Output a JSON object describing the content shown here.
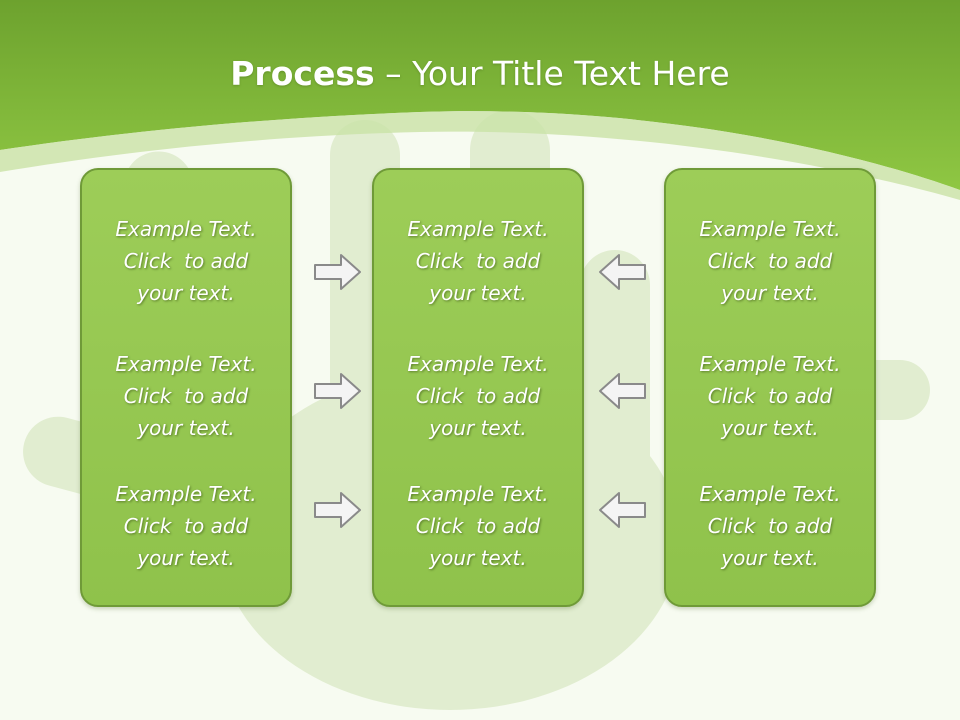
{
  "title": {
    "bold": "Process",
    "rest": " – Your Title Text Here"
  },
  "colors": {
    "header": "#7cb43a",
    "box": "#97c853",
    "box_border": "#6f9a38",
    "arrow_fill": "#f4f4f4",
    "arrow_stroke": "#8a8a8a"
  },
  "columns": [
    {
      "items": [
        {
          "line1": "Example Text.",
          "line2": "Click  to add",
          "line3": "your text."
        },
        {
          "line1": "Example Text.",
          "line2": "Click  to add",
          "line3": "your text."
        },
        {
          "line1": "Example Text.",
          "line2": "Click  to add",
          "line3": "your text."
        }
      ]
    },
    {
      "items": [
        {
          "line1": "Example Text.",
          "line2": "Click  to add",
          "line3": "your text."
        },
        {
          "line1": "Example Text.",
          "line2": "Click  to add",
          "line3": "your text."
        },
        {
          "line1": "Example Text.",
          "line2": "Click  to add",
          "line3": "your text."
        }
      ]
    },
    {
      "items": [
        {
          "line1": "Example Text.",
          "line2": "Click  to add",
          "line3": "your text."
        },
        {
          "line1": "Example Text.",
          "line2": "Click  to add",
          "line3": "your text."
        },
        {
          "line1": "Example Text.",
          "line2": "Click  to add",
          "line3": "your text."
        }
      ]
    }
  ],
  "arrows": {
    "left": [
      "right-arrow-icon",
      "right-arrow-icon",
      "right-arrow-icon"
    ],
    "right": [
      "left-arrow-icon",
      "left-arrow-icon",
      "left-arrow-icon"
    ]
  }
}
